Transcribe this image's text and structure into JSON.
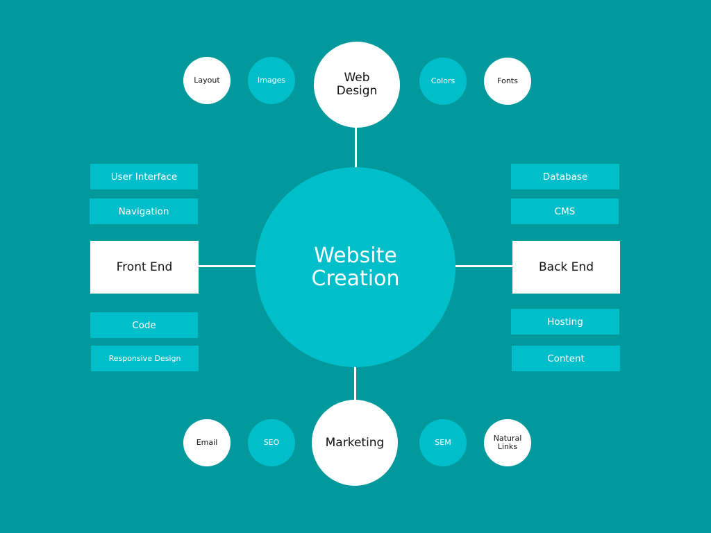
{
  "center": "Website\nCreation",
  "top": {
    "hub": "Web\nDesign",
    "left": [
      "Layout",
      "Images"
    ],
    "right": [
      "Colors",
      "Fonts"
    ]
  },
  "bottom": {
    "hub": "Marketing",
    "left": [
      "Email",
      "SEO"
    ],
    "right": [
      "SEM",
      "Natural\nLinks"
    ]
  },
  "left": {
    "hub": "Front End",
    "above": [
      "User Interface",
      "Navigation"
    ],
    "below": [
      "Code",
      "Responsive Design"
    ]
  },
  "right": {
    "hub": "Back End",
    "above": [
      "Database",
      "CMS"
    ],
    "below": [
      "Hosting",
      "Content"
    ]
  },
  "colors": {
    "background": "#02999c",
    "accent": "#00bfca",
    "node_white": "#ffffff"
  }
}
